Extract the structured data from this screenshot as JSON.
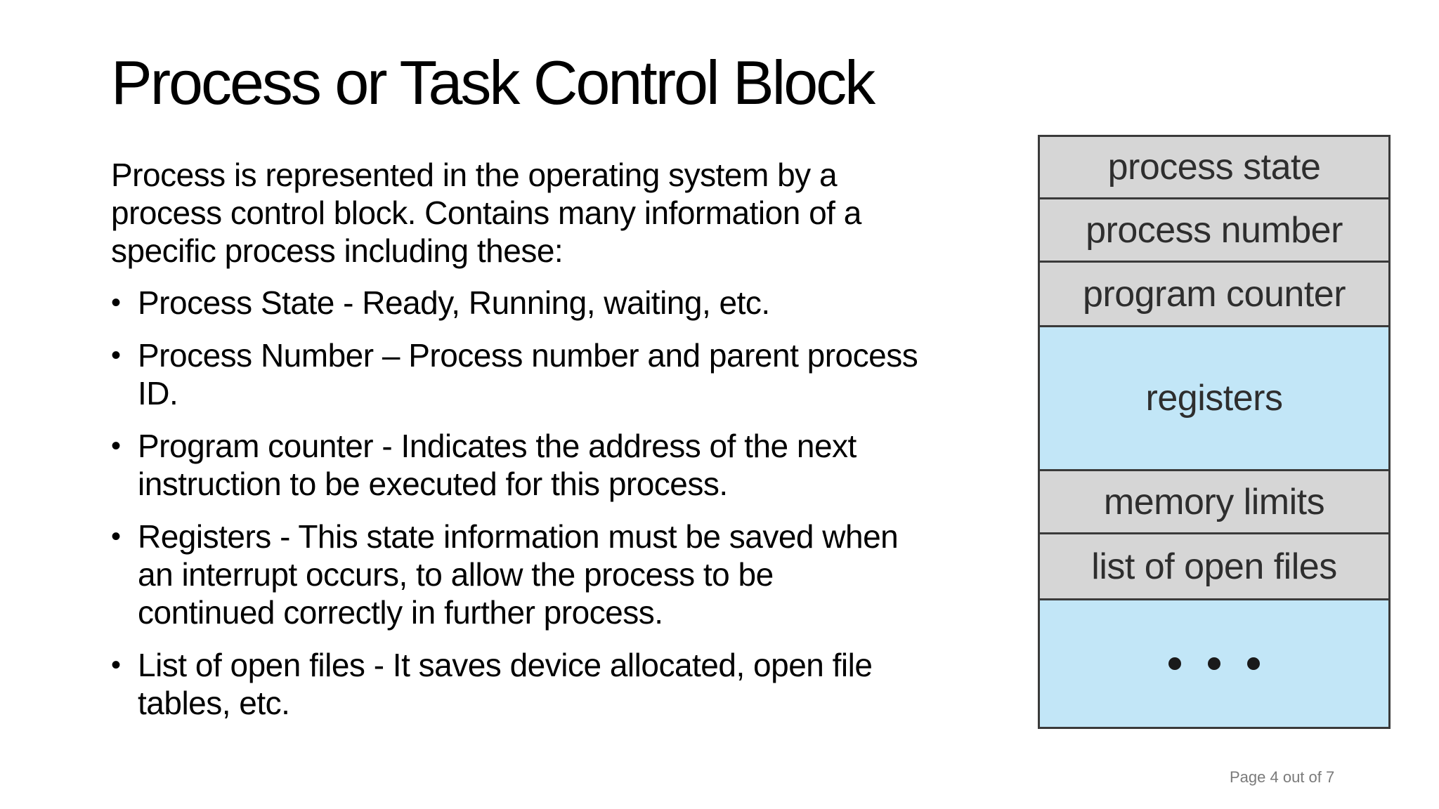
{
  "slide": {
    "title": "Process or Task Control Block",
    "intro_lines": [
      "Process is represented in the operating system by a",
      "process control block. Contains many information of a",
      "specific process including these:"
    ],
    "bullets": [
      {
        "lines": [
          "Process State - Ready, Running, waiting, etc."
        ]
      },
      {
        "lines": [
          "Process Number – Process number and parent process",
          "ID."
        ]
      },
      {
        "lines": [
          "Program counter - Indicates the address of the next",
          "instruction to be executed for this process."
        ]
      },
      {
        "lines": [
          "Registers - This state information must be saved when",
          "an interrupt occurs, to allow the process to be",
          "continued correctly in further process."
        ]
      },
      {
        "lines": [
          "List of open files - It saves device allocated, open file",
          "tables, etc."
        ]
      }
    ],
    "bullet_symbol": "•",
    "page_number": "Page 4 out of 7"
  },
  "pcb_diagram": {
    "rows": [
      {
        "label": "process state",
        "color": "#d6d6d6"
      },
      {
        "label": "process number",
        "color": "#d6d6d6"
      },
      {
        "label": "program counter",
        "color": "#d6d6d6"
      },
      {
        "label": "registers",
        "color": "#c2e6f7"
      },
      {
        "label": "memory limits",
        "color": "#d6d6d6"
      },
      {
        "label": "list of open files",
        "color": "#d6d6d6"
      }
    ],
    "ellipsis_icon": "ellipsis-dots-icon"
  }
}
